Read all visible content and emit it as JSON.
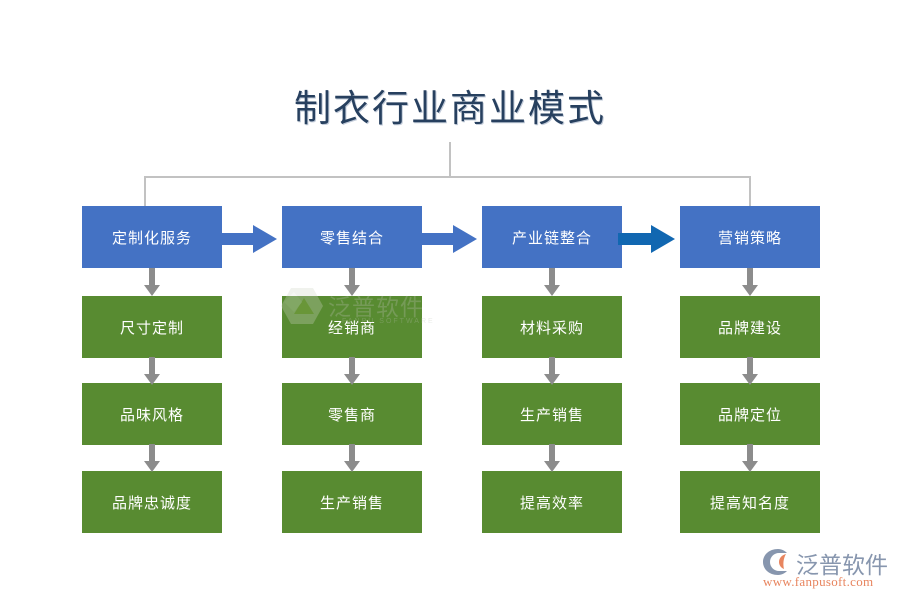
{
  "diagram": {
    "title": "制衣行业商业模式",
    "type": "flowchart",
    "colors": {
      "title_text": "#27405F",
      "stage_box": "#4472C4",
      "detail_box": "#588B31",
      "connector_line": "#C2C2C2",
      "arrow_gray": "#8C8C8C",
      "arrow_blue": "#4472C4",
      "arrow_blue_dark": "#1167B1",
      "background": "#FFFFFF"
    },
    "columns": [
      {
        "stage": "定制化服务",
        "steps": [
          "尺寸定制",
          "品味风格",
          "品牌忠诚度"
        ]
      },
      {
        "stage": "零售结合",
        "steps": [
          "经销商",
          "零售商",
          "生产销售"
        ]
      },
      {
        "stage": "产业链整合",
        "steps": [
          "材料采购",
          "生产销售",
          "提高效率"
        ]
      },
      {
        "stage": "营销策略",
        "steps": [
          "品牌建设",
          "品牌定位",
          "提高知名度"
        ]
      }
    ],
    "stage_arrows": [
      {
        "name": "arrow-1",
        "color": "#4472C4"
      },
      {
        "name": "arrow-2",
        "color": "#4472C4"
      },
      {
        "name": "arrow-3",
        "color": "#1167B1"
      }
    ]
  },
  "watermark": {
    "text": "泛普软件",
    "subtext": "FANPU SOFTWARE"
  },
  "logo": {
    "name": "泛普软件",
    "url": "www.fanpusoft.com"
  }
}
